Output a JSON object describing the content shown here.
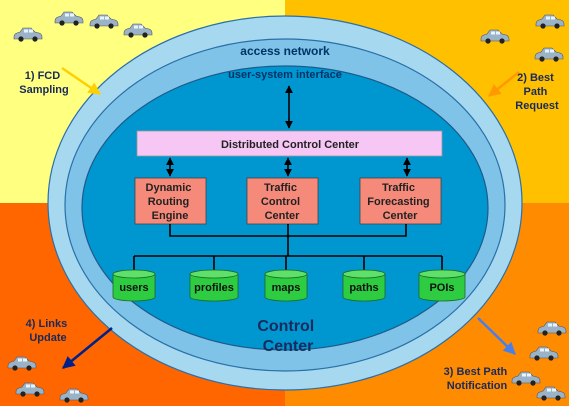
{
  "ellipses": {
    "outer_label": "access network",
    "middle_label": "user-system interface"
  },
  "dcc_label": "Distributed Control Center",
  "engines": [
    {
      "lines": [
        "Dynamic",
        "Routing",
        "Engine"
      ]
    },
    {
      "lines": [
        "Traffic",
        "Control",
        "Center"
      ]
    },
    {
      "lines": [
        "Traffic",
        "Forecasting",
        "Center"
      ]
    }
  ],
  "databases": [
    "users",
    "profiles",
    "maps",
    "paths",
    "POIs"
  ],
  "center_title": [
    "Control",
    "Center"
  ],
  "steps": {
    "fcd_sampling": [
      "1) FCD",
      "Sampling"
    ],
    "best_path_request": [
      "2) Best",
      "Path",
      "Request"
    ],
    "best_path_notification": [
      "3) Best Path",
      "Notification"
    ],
    "links_update": [
      "4) Links",
      "Update"
    ]
  },
  "colors": {
    "quadrant_top_left": "#FFFF80",
    "quadrant_top_right": "#FFC000",
    "quadrant_bottom_left": "#FF6600",
    "quadrant_bottom_right": "#FF8C00",
    "outer_ellipse": "#A6D8F0",
    "middle_ellipse": "#7FC4E8",
    "inner_ellipse": "#0096D0",
    "dcc_box": "#F6C6F4",
    "engine_box": "#F58A7A",
    "database": "#2ECC40",
    "arrow_yellow": "#FFD000",
    "arrow_orange": "#FF9900",
    "arrow_blue": "#4A7FE8",
    "arrow_navy": "#00208A",
    "car_body": "#9AB3C7"
  }
}
